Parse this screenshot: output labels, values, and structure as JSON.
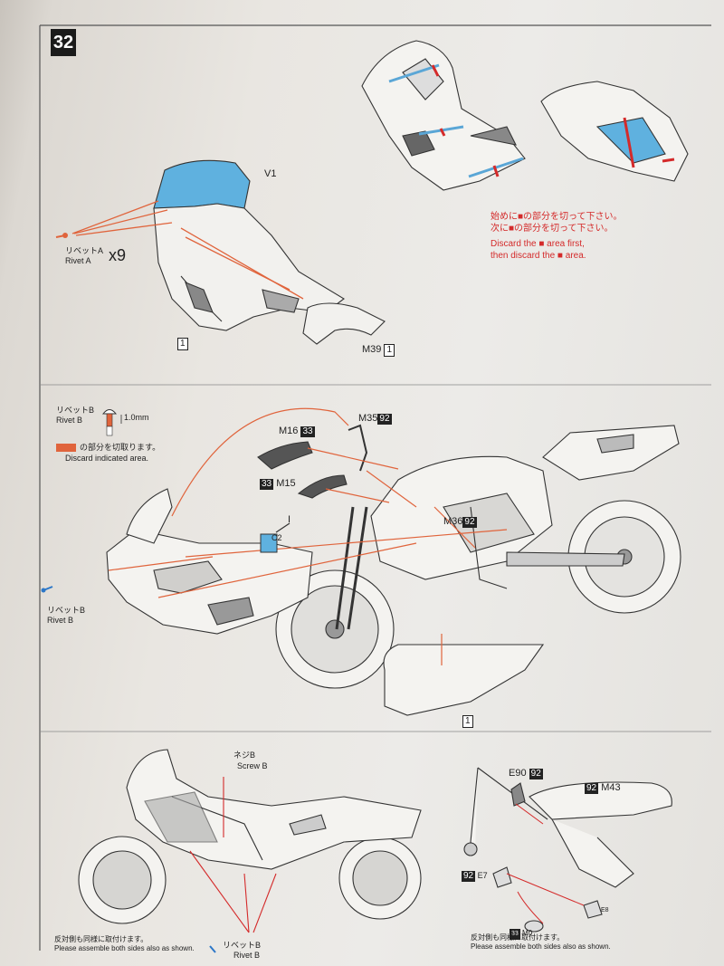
{
  "step": {
    "number": "32"
  },
  "colors": {
    "cut_red": "#d42a2a",
    "cut_blue": "#5aa6d6",
    "orange_line": "#e0643c",
    "ink": "#222222"
  },
  "section1": {
    "v1": "V1",
    "rivet_a_jp": "リベットA",
    "rivet_a_en": "Rivet A",
    "count": "x9",
    "part_1": "1",
    "m39": "M39",
    "m39_box": "1"
  },
  "instructions": {
    "jp1": "始めに■の部分を切って下さい。",
    "jp2": "次に■の部分を切って下さい。",
    "en1": "Discard the ■ area first,",
    "en2": "then discard the ■ area."
  },
  "section2": {
    "rivet_b_jp": "リベットB",
    "rivet_b_en": "Rivet B",
    "dim": "1.0mm",
    "discard_jp": "の部分を切取ります。",
    "discard_en": "Discard indicated area.",
    "m35": "M35",
    "m35_box": "92",
    "m16": "M16",
    "m16_box": "33",
    "m15": "M15",
    "m15_box": "33",
    "c2": "C2",
    "arrow_i": "I",
    "m36": "M36",
    "m36_box": "92",
    "rivet_b2_jp": "リベットB",
    "rivet_b2_en": "Rivet B",
    "part_1": "1"
  },
  "section3": {
    "screw_jp": "ネジB",
    "screw_en": "Screw B",
    "rivet_b_jp": "リベットB",
    "rivet_b_en": "Rivet B",
    "both_sides_jp": "反対側も同様に取付けます。",
    "both_sides_en": "Please assemble both sides also as shown.",
    "e90": "E90",
    "e90_box": "92",
    "m43": "M43",
    "m43_box": "92",
    "e7": "E7",
    "e7_box": "92",
    "e8": "E8",
    "m0": "M0",
    "m0_box": "33",
    "both_sides2_jp": "反対側も同様に取付けます。",
    "both_sides2_en": "Please assemble both sides also as shown."
  }
}
